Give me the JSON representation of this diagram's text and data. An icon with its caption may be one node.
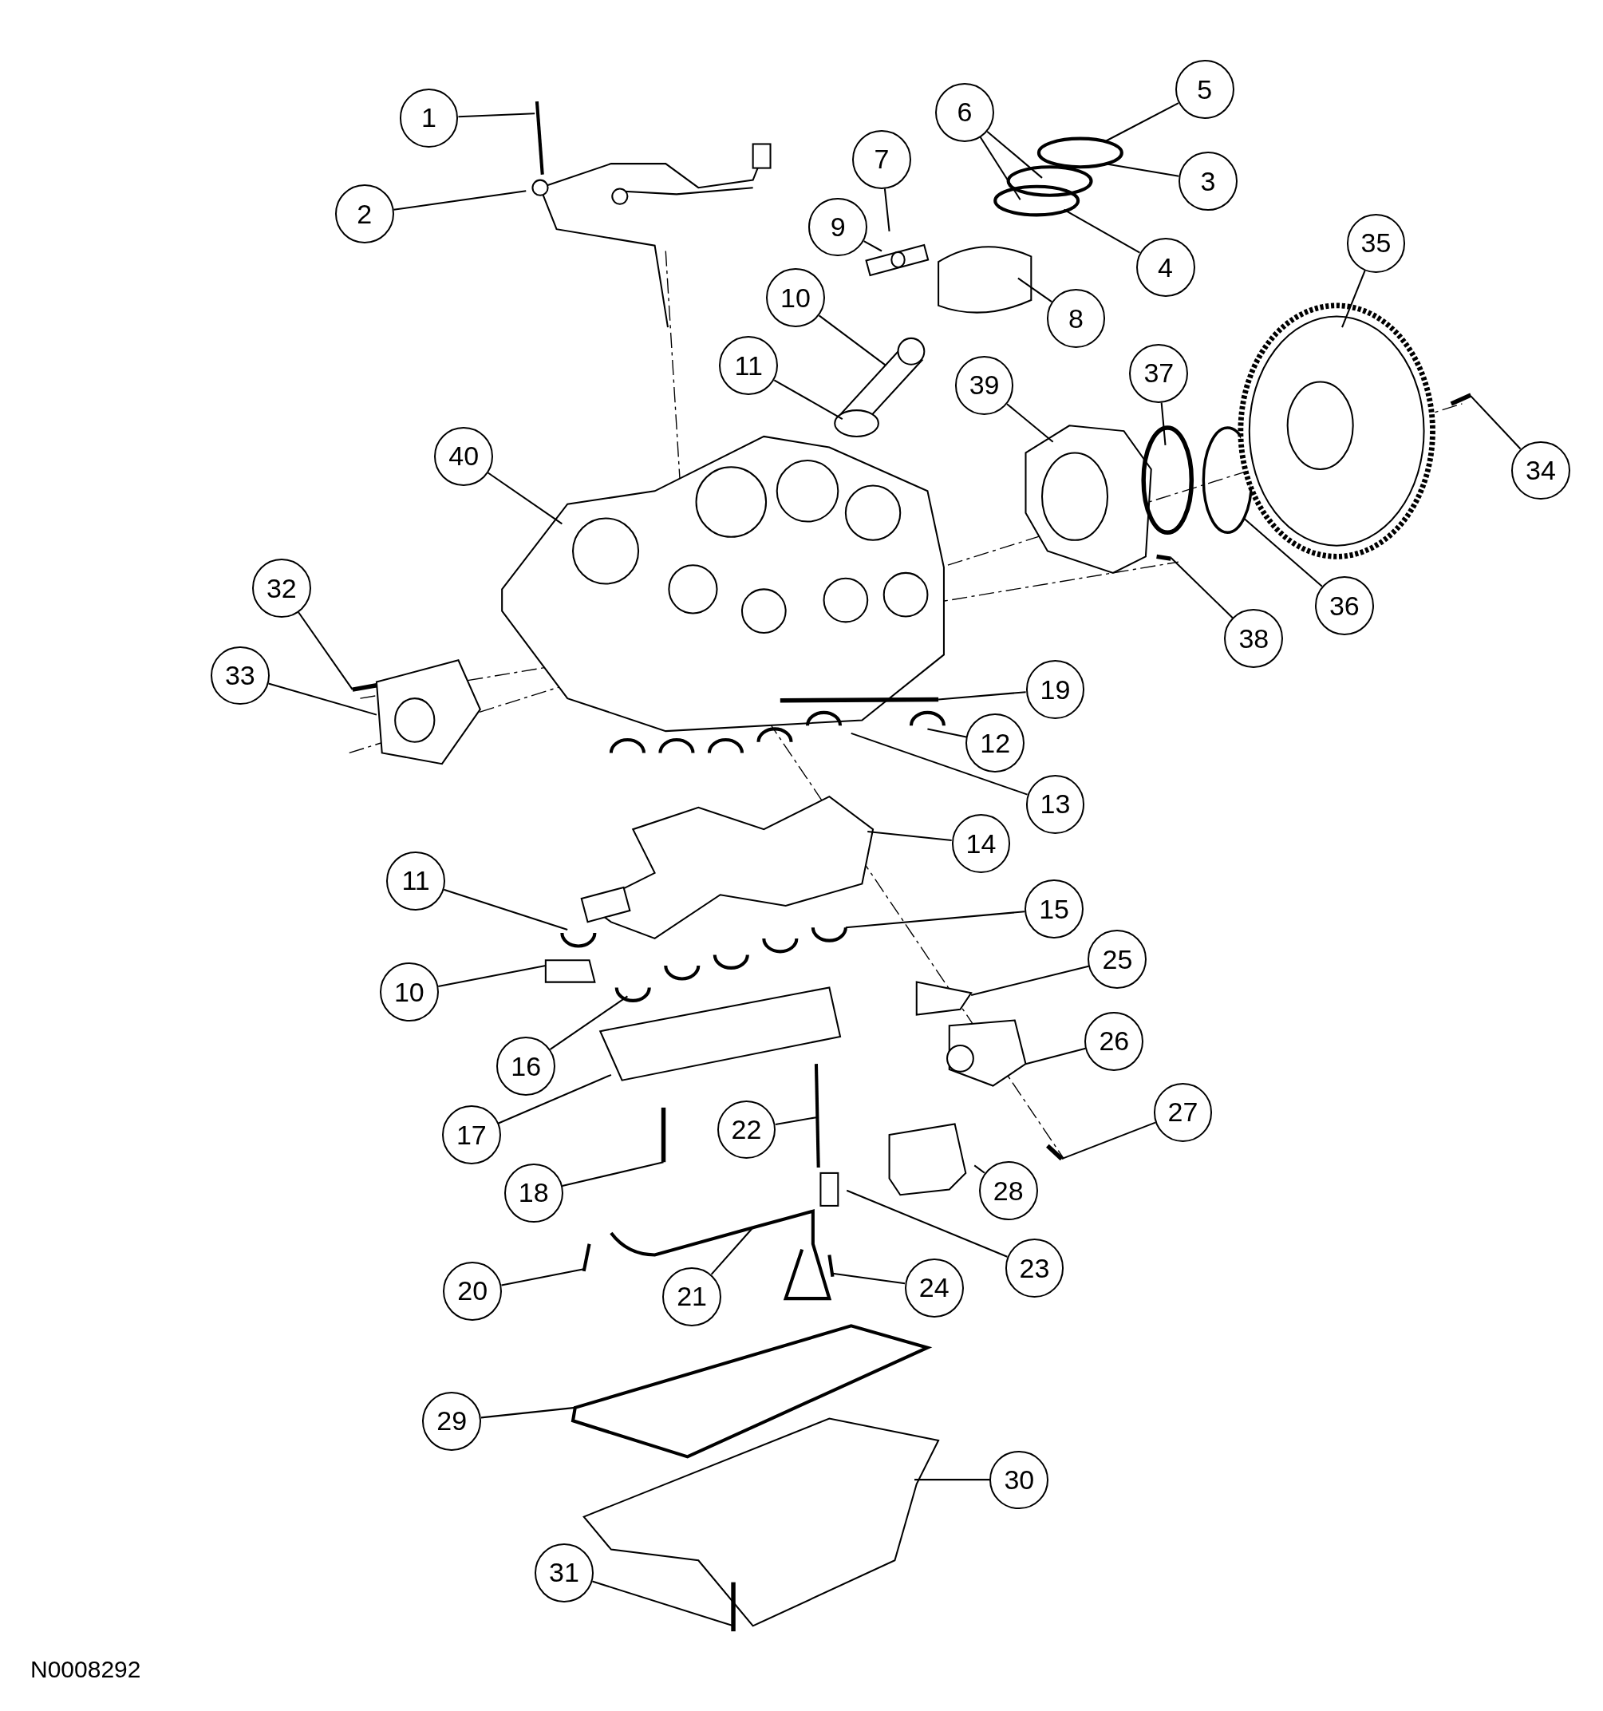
{
  "diagram": {
    "nodes": [
      {
        "text": [
          "1"
        ]
      },
      {
        "text": [
          "2"
        ]
      },
      {
        "text": [
          "3"
        ]
      },
      {
        "text": [
          "4"
        ]
      },
      {
        "text": [
          "5"
        ]
      },
      {
        "text": [
          "6"
        ]
      },
      {
        "text": [
          "7"
        ]
      },
      {
        "text": [
          "8"
        ]
      },
      {
        "text": [
          "9"
        ]
      },
      {
        "text": [
          "10"
        ]
      },
      {
        "text": [
          "11"
        ]
      },
      {
        "text": [
          "12"
        ]
      },
      {
        "text": [
          "13"
        ]
      },
      {
        "text": [
          "14"
        ]
      },
      {
        "text": [
          "15"
        ]
      },
      {
        "text": [
          "16"
        ]
      },
      {
        "text": [
          "17"
        ]
      },
      {
        "text": [
          "18"
        ]
      },
      {
        "text": [
          "19"
        ]
      },
      {
        "text": [
          "20"
        ]
      },
      {
        "text": [
          "21"
        ]
      },
      {
        "text": [
          "22"
        ]
      },
      {
        "text": [
          "23"
        ]
      },
      {
        "text": [
          "24"
        ]
      },
      {
        "text": [
          "25"
        ]
      },
      {
        "text": [
          "26"
        ]
      },
      {
        "text": [
          "27"
        ]
      },
      {
        "text": [
          "28"
        ]
      },
      {
        "text": [
          "29"
        ]
      },
      {
        "text": [
          "30"
        ]
      },
      {
        "text": [
          "31"
        ]
      },
      {
        "text": [
          "32"
        ]
      },
      {
        "text": [
          "33"
        ]
      },
      {
        "text": [
          "34"
        ]
      },
      {
        "text": [
          "35"
        ]
      },
      {
        "text": [
          "36"
        ]
      },
      {
        "text": [
          "37"
        ]
      },
      {
        "text": [
          "38"
        ]
      },
      {
        "text": [
          "39"
        ]
      },
      {
        "text": [
          "40"
        ]
      },
      {
        "text": [
          "11"
        ]
      },
      {
        "text": [
          "10"
        ]
      }
    ],
    "edges": [
      {
        "from": 0,
        "to": null,
        "arrow": "none"
      },
      {
        "from": 1,
        "to": null,
        "arrow": "none"
      },
      {
        "from": 2,
        "to": null,
        "arrow": "none"
      },
      {
        "from": 3,
        "to": null,
        "arrow": "none"
      },
      {
        "from": 4,
        "to": null,
        "arrow": "none"
      },
      {
        "from": 5,
        "to": null,
        "arrow": "none"
      },
      {
        "from": 5,
        "to": null,
        "arrow": "none"
      },
      {
        "from": 6,
        "to": null,
        "arrow": "none"
      },
      {
        "from": 7,
        "to": null,
        "arrow": "none"
      },
      {
        "from": 8,
        "to": null,
        "arrow": "none"
      },
      {
        "from": 9,
        "to": null,
        "arrow": "none"
      },
      {
        "from": 10,
        "to": null,
        "arrow": "none"
      },
      {
        "from": 11,
        "to": null,
        "arrow": "none"
      },
      {
        "from": 12,
        "to": null,
        "arrow": "none"
      },
      {
        "from": 13,
        "to": null,
        "arrow": "none"
      },
      {
        "from": 14,
        "to": null,
        "arrow": "none"
      },
      {
        "from": 15,
        "to": null,
        "arrow": "none"
      },
      {
        "from": 16,
        "to": null,
        "arrow": "none"
      },
      {
        "from": 17,
        "to": null,
        "arrow": "none"
      },
      {
        "from": 18,
        "to": null,
        "arrow": "none"
      },
      {
        "from": 19,
        "to": null,
        "arrow": "none"
      },
      {
        "from": 20,
        "to": null,
        "arrow": "none"
      },
      {
        "from": 21,
        "to": null,
        "arrow": "none"
      },
      {
        "from": 22,
        "to": null,
        "arrow": "none"
      },
      {
        "from": 23,
        "to": null,
        "arrow": "none"
      },
      {
        "from": 24,
        "to": null,
        "arrow": "none"
      },
      {
        "from": 25,
        "to": null,
        "arrow": "none"
      },
      {
        "from": 26,
        "to": null,
        "arrow": "none"
      },
      {
        "from": 27,
        "to": null,
        "arrow": "none"
      },
      {
        "from": 28,
        "to": null,
        "arrow": "none"
      },
      {
        "from": 29,
        "to": null,
        "arrow": "none"
      },
      {
        "from": 30,
        "to": null,
        "arrow": "none"
      },
      {
        "from": 31,
        "to": null,
        "arrow": "none"
      },
      {
        "from": 32,
        "to": null,
        "arrow": "none"
      },
      {
        "from": 33,
        "to": null,
        "arrow": "none"
      },
      {
        "from": 34,
        "to": null,
        "arrow": "none"
      },
      {
        "from": 35,
        "to": null,
        "arrow": "none"
      },
      {
        "from": 36,
        "to": null,
        "arrow": "none"
      },
      {
        "from": 37,
        "to": null,
        "arrow": "none"
      },
      {
        "from": 38,
        "to": null,
        "arrow": "none"
      },
      {
        "from": 39,
        "to": null,
        "arrow": "none"
      },
      {
        "from": 40,
        "to": null,
        "arrow": "none"
      },
      {
        "from": 41,
        "to": null,
        "arrow": "none"
      }
    ],
    "labels": [
      "N0008292"
    ]
  }
}
